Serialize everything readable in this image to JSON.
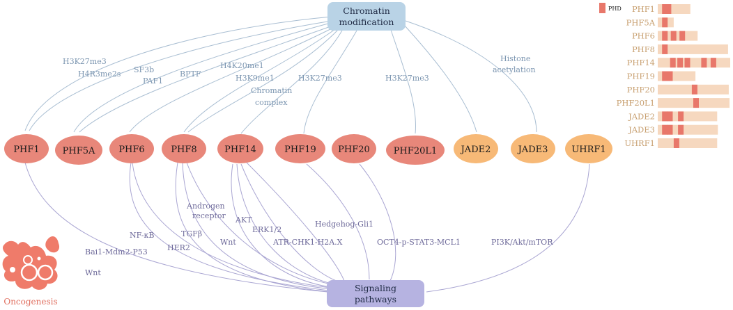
{
  "hubs": {
    "top_line1": "Chromatin",
    "top_line2": "modification",
    "bottom_line1": "Signaling",
    "bottom_line2": "pathways"
  },
  "nodes": [
    {
      "label": "PHF1",
      "group": "red"
    },
    {
      "label": "PHF5A",
      "group": "red"
    },
    {
      "label": "PHF6",
      "group": "red"
    },
    {
      "label": "PHF8",
      "group": "red"
    },
    {
      "label": "PHF14",
      "group": "red"
    },
    {
      "label": "PHF19",
      "group": "red"
    },
    {
      "label": "PHF20",
      "group": "red"
    },
    {
      "label": "PHF20L1",
      "group": "red"
    },
    {
      "label": "JADE2",
      "group": "orange"
    },
    {
      "label": "JADE3",
      "group": "orange"
    },
    {
      "label": "UHRF1",
      "group": "orange"
    }
  ],
  "top_labels": {
    "h3k27me3_left": "H3K27me3",
    "h4r3me2s": "H4R3me2s",
    "sf3b": "SF3b",
    "paf1": "PAF1",
    "bptf": "BPTF",
    "h4k20me1": "H4K20me1",
    "h3k9me1": "H3K9me1",
    "chromatin_complex_1": "Chromatin",
    "chromatin_complex_2": "complex",
    "h3k27me3_mid": "H3K27me3",
    "h3k27me3_right": "H3K27me3",
    "histone_1": "Histone",
    "histone_2": "acetylation"
  },
  "bottom_labels": {
    "androgen_1": "Androgen",
    "androgen_2": "receptor",
    "nfkb": "NF-κB",
    "tgfb": "TGFβ",
    "akt": "AKT",
    "erk": "ERK1/2",
    "hedgehog": "Hedgehog-Gli1",
    "bai1": "Bai1-Mdm2-P53",
    "her2": "HER2",
    "atr": "ATR-CHK1-H2A.X",
    "oct4": "OCT4-p-STAT3-MCL1",
    "pi3k": "PI3K/Akt/mTOR",
    "wnt_mid": "Wnt",
    "wnt_left": "Wnt"
  },
  "legend": {
    "label": "PHD",
    "proteins": [
      {
        "name": "PHF1",
        "length": 0.45,
        "phd": [
          0.06,
          0.11
        ]
      },
      {
        "name": "PHF5A",
        "length": 0.22,
        "phd": [
          0.06
        ]
      },
      {
        "name": "PHF6",
        "length": 0.55,
        "phd": [
          0.06,
          0.18,
          0.3
        ]
      },
      {
        "name": "PHF8",
        "length": 0.97,
        "phd": [
          0.06
        ]
      },
      {
        "name": "PHF14",
        "length": 1.0,
        "phd": [
          0.17,
          0.27,
          0.37,
          0.6,
          0.73
        ]
      },
      {
        "name": "PHF19",
        "length": 0.52,
        "phd": [
          0.06,
          0.13
        ]
      },
      {
        "name": "PHF20",
        "length": 0.98,
        "phd": [
          0.47
        ]
      },
      {
        "name": "PHF20L1",
        "length": 0.99,
        "phd": [
          0.49
        ]
      },
      {
        "name": "JADE2",
        "length": 0.82,
        "phd": [
          0.06,
          0.13,
          0.28
        ]
      },
      {
        "name": "JADE3",
        "length": 0.83,
        "phd": [
          0.06,
          0.13,
          0.28
        ]
      },
      {
        "name": "UHRF1",
        "length": 0.82,
        "phd": [
          0.22
        ]
      }
    ]
  },
  "oncogenesis": {
    "label": "Oncogenesis"
  },
  "colors": {
    "red_node": "#e8877a",
    "orange_node": "#f7b977",
    "top_hub": "#b9d3e6",
    "bottom_hub": "#b6b3e1",
    "top_line": "#9db3c8",
    "bottom_line": "#9c97c6",
    "legend_bar": "#f6d8bf",
    "legend_phd": "#e8776a",
    "onco": "#ef7b6a"
  }
}
